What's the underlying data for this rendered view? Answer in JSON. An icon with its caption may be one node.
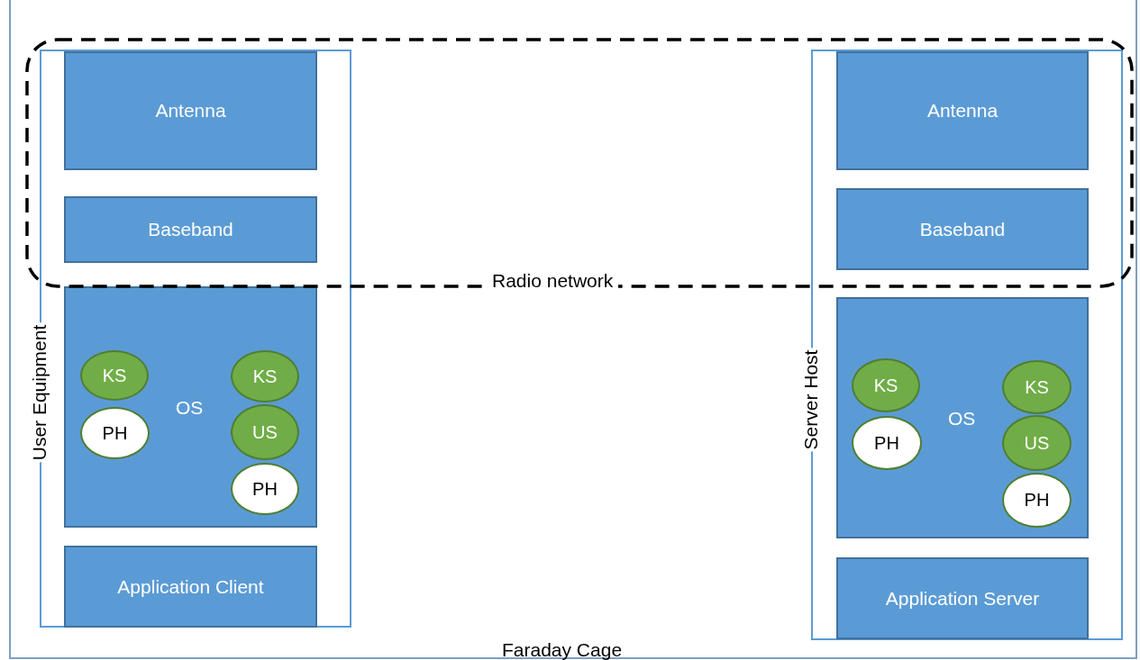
{
  "diagram": {
    "nodes": [
      {
        "text": [
          "Faraday Cage"
        ]
      },
      {
        "text": [
          "Radio network"
        ],
        "in": 0
      },
      {
        "text": [
          "User Equipment"
        ],
        "in": 0
      },
      {
        "text": [
          "Antenna"
        ]
      },
      {
        "text": [
          "Baseband"
        ]
      },
      {
        "text": [
          "OS"
        ],
        "in": 2
      },
      {
        "text": [
          "KS"
        ],
        "in": 5
      },
      {
        "text": [
          "PH"
        ],
        "in": 5
      },
      {
        "text": [
          "KS"
        ],
        "in": 5
      },
      {
        "text": [
          "US"
        ],
        "in": 5
      },
      {
        "text": [
          "PH"
        ],
        "in": 5
      },
      {
        "text": [
          "Application Client"
        ],
        "in": 2
      },
      {
        "text": [
          "Server Host"
        ],
        "in": 0
      },
      {
        "text": [
          "Antenna"
        ]
      },
      {
        "text": [
          "Baseband"
        ]
      },
      {
        "text": [
          "OS"
        ],
        "in": 12
      },
      {
        "text": [
          "KS"
        ],
        "in": 15
      },
      {
        "text": [
          "PH"
        ],
        "in": 15
      },
      {
        "text": [
          "KS"
        ],
        "in": 15
      },
      {
        "text": [
          "US"
        ],
        "in": 15
      },
      {
        "text": [
          "PH"
        ],
        "in": 15
      },
      {
        "text": [
          "Application Server"
        ],
        "in": 12
      }
    ],
    "edges": []
  }
}
